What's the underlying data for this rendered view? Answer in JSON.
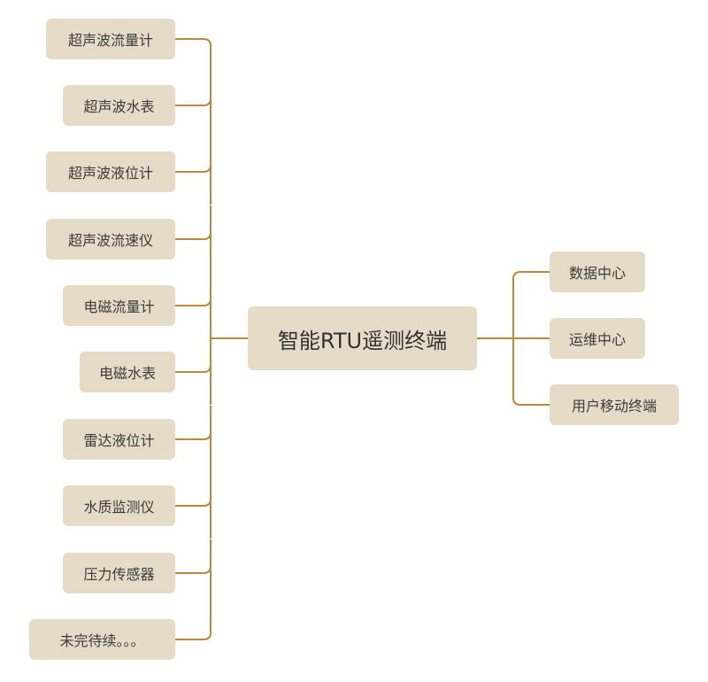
{
  "center": {
    "label": "智能RTU遥测终端"
  },
  "left_branches": [
    {
      "label": "超声波流量计"
    },
    {
      "label": "超声波水表"
    },
    {
      "label": "超声波液位计"
    },
    {
      "label": "超声波流速仪"
    },
    {
      "label": "电磁流量计"
    },
    {
      "label": "电磁水表"
    },
    {
      "label": "雷达液位计"
    },
    {
      "label": "水质监测仪"
    },
    {
      "label": "压力传感器"
    },
    {
      "label": "未完待续。。。"
    }
  ],
  "right_branches": [
    {
      "label": "数据中心"
    },
    {
      "label": "运维中心"
    },
    {
      "label": "用户移动终端"
    }
  ],
  "colors": {
    "node_fill": "#e5dbc7",
    "connector": "#b8893a",
    "text": "#3b3b3b"
  }
}
